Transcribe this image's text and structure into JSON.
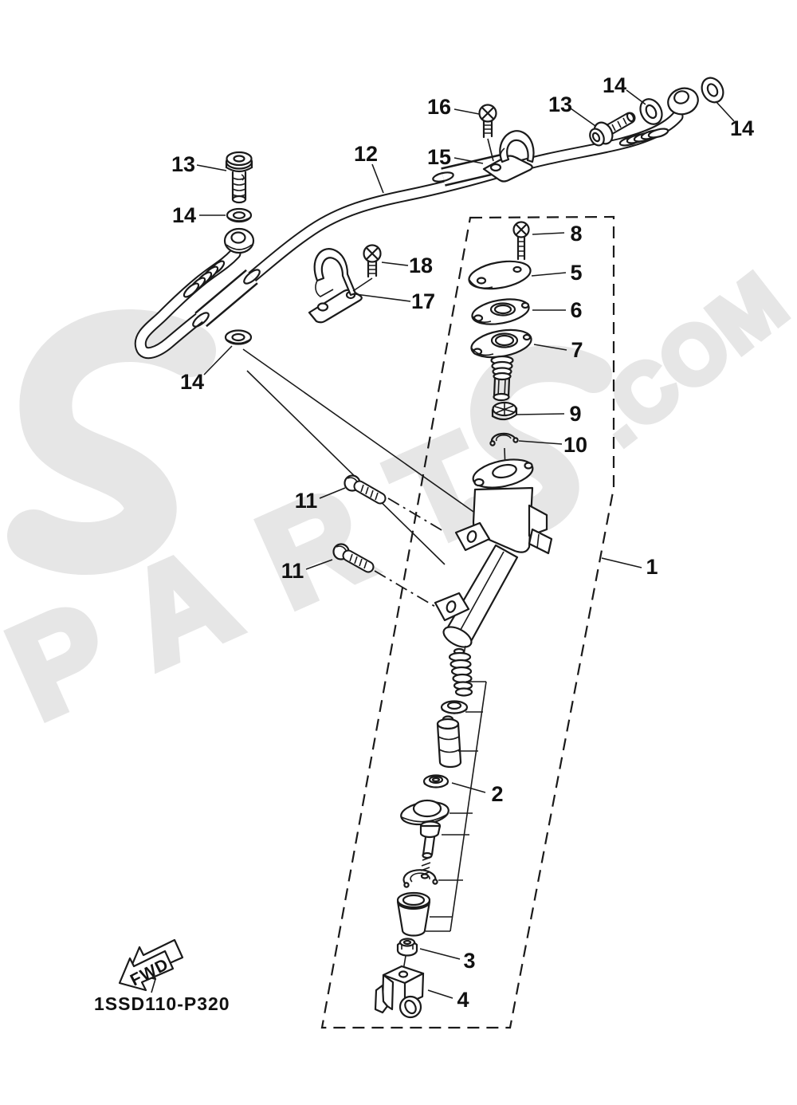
{
  "watermark": {
    "brand_text": "PARTS.COM",
    "segment_before_logo": "PART",
    "segment_after_logo": ".COM",
    "logo_glyph": "S",
    "color": "#e6e6e6"
  },
  "footer": {
    "diagram_code": "1SSD110-P320"
  },
  "fwd_flag": {
    "label": "FWD"
  },
  "callouts": {
    "n1": "1",
    "n2": "2",
    "n3": "3",
    "n4": "4",
    "n5": "5",
    "n6": "6",
    "n7": "7",
    "n8": "8",
    "n9": "9",
    "n10": "10",
    "n11a": "11",
    "n11b": "11",
    "n12": "12",
    "n13a": "13",
    "n13b": "13",
    "n14a": "14",
    "n14b": "14",
    "n14c": "14",
    "n14d": "14",
    "n15": "15",
    "n16": "16",
    "n17": "17",
    "n18": "18"
  }
}
